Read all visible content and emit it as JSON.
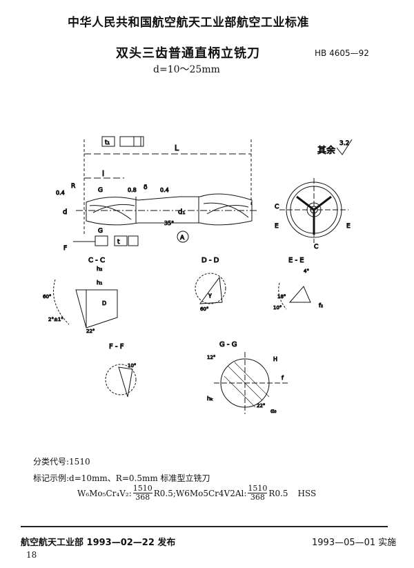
{
  "header": {
    "organization": "中华人民共和国航空航天工业部航空工业标准",
    "title": "双头三齿普通直柄立铣刀",
    "standard_code": "HB 4605—92",
    "subtitle": "d=10～25mm"
  },
  "drawing": {
    "roughness_other": "其余",
    "roughness_other_value": "3.2",
    "labels": {
      "L": "L",
      "l": "l",
      "d": "d",
      "d1": "d₁",
      "R": "R",
      "delta": "δ",
      "angle35": "35°",
      "datum": "A",
      "t": "t",
      "t1": "t₁",
      "r04": "0.4",
      "r08": "0.8",
      "F": "F",
      "G": "G",
      "C": "C",
      "E": "E"
    },
    "sections": {
      "cc": "C - C",
      "dd": "D - D",
      "ee": "E - E",
      "ff": "F - F",
      "gg": "G - G"
    },
    "section_labels": {
      "h2": "h₂",
      "h1": "h₁",
      "D": "D",
      "a60": "60°",
      "a22": "22°",
      "a2_1": "2°±1°",
      "gamma": "γ",
      "a18": "18°",
      "a10": "10°",
      "a4": "4°",
      "f2": "f₂",
      "a12": "12°",
      "H": "H",
      "f": "f",
      "hk": "hₖ",
      "alpha": "α₀"
    }
  },
  "notes": {
    "classification": "分类代号:1510",
    "marking_example": "标记示例:d=10mm、R=0.5mm 标准型立铣刀",
    "m1": "W₆Mo₅Cr₄V₂:",
    "num": "1510",
    "den": "368",
    "r1": "R0.5;W6Mo5Cr4V2Al:",
    "r2": "R0.5",
    "hss": "HSS"
  },
  "footer": {
    "issued": "航空航天工业部 1993—02—22 发布",
    "effective": "1993—05—01 实施",
    "page": "18"
  }
}
